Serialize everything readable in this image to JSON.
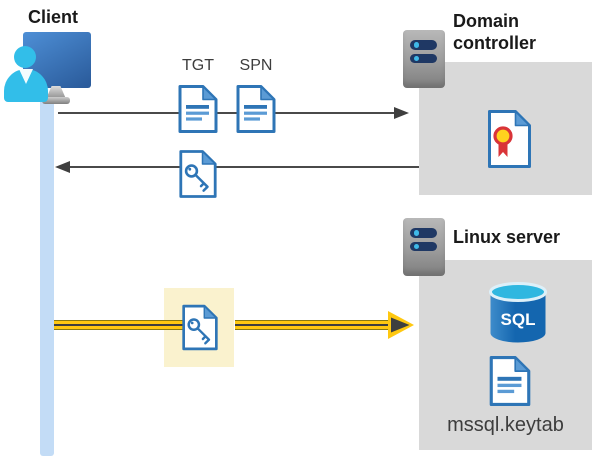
{
  "client": {
    "label": "Client"
  },
  "tickets": {
    "tgt": "TGT",
    "spn": "SPN"
  },
  "domain_controller": {
    "label": "Domain controller"
  },
  "linux_server": {
    "label": "Linux server",
    "sql_badge": "SQL",
    "keytab_file": "mssql.keytab"
  },
  "icons": [
    "client-computer-icon",
    "person-icon",
    "tgt-document-icon",
    "spn-document-icon",
    "key-ticket-icon",
    "highlighted-key-ticket-icon",
    "server-icon",
    "certificate-icon",
    "sql-database-icon",
    "keytab-document-icon",
    "arrow-right-icon",
    "arrow-left-icon",
    "yellow-arrow-icon"
  ],
  "colors": {
    "doc_blue": "#2E75B6",
    "doc_blue_mid": "#5B9BD5",
    "box_gray": "#D9D9D9",
    "lifeline_blue": "#C3DCF6",
    "highlight_cream": "#FAF2CE",
    "arrow_yellow": "#FFC810",
    "arrow_dark": "#3F3F3F",
    "line_gray": "#4A4A4A",
    "server_gray_light": "#B8B8B8",
    "server_gray_dark": "#7E7E7E",
    "server_navy": "#1F3864",
    "dot_cyan": "#3FB9E8",
    "monitor_blue_light": "#4E8FD6",
    "monitor_blue_dark": "#2B5C9C",
    "person_cyan": "#32BEE9",
    "sql_blue": "#1466AF",
    "sql_top_cyan": "#2FB7E0",
    "cert_gold": "#FFD21E",
    "cert_red": "#D93438",
    "text_dark": "#1A1A1A",
    "text_gray": "#3D3D3D"
  }
}
